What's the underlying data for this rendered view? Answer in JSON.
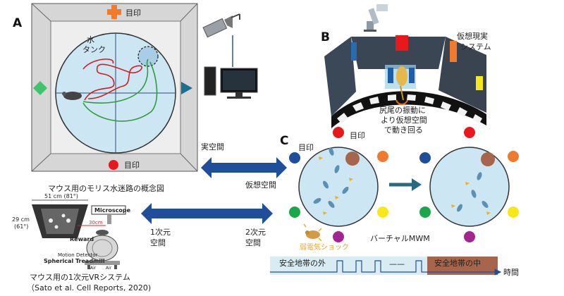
{
  "panels": {
    "a": "A",
    "b": "B",
    "c": "C"
  },
  "panel_a": {
    "landmark": "目印",
    "water_line1": "水",
    "water_line2": "タンク",
    "caption": "マウス用のモリス水迷路の概念図"
  },
  "panel_b": {
    "title_line1": "仮想現実",
    "title_line2": "システム",
    "desc_line1": "尻尾の振動に",
    "desc_line2": "より仮想空間",
    "desc_line3": "で動き回る"
  },
  "arrows": {
    "real_space": "実空間",
    "virtual_space": "仮想空間",
    "one_d_line1": "1次元",
    "one_d_line2": "空間",
    "two_d_line1": "2次元",
    "two_d_line2": "空間"
  },
  "panel_c": {
    "landmark_left": "目印",
    "landmark_top": "目印",
    "mwm_label": "バーチャルMWM",
    "shock": "弱電気ショック",
    "safe_outside": "安全地帯の外",
    "safe_inside": "安全地帯の中",
    "time": "時間",
    "dots": "——"
  },
  "treadmill": {
    "size_w": "51 cm (81°)",
    "size_h1": "29 cm",
    "size_h2": "(61°)",
    "distance": "30cm",
    "microscope": "Microscope",
    "reward": "Reward",
    "motion_detector": "Motion Detector",
    "spherical_treadmill": "Spherical Treadmill",
    "air1": "Air",
    "air2": "Air",
    "caption1": "マウス用の1次元VRシステム",
    "caption2": "（Sato et al. Cell Reports, 2020)"
  },
  "colors": {
    "tank_fill": "#cce6f4",
    "red": "#e8181c",
    "orange": "#f07a2e",
    "blue": "#1f4f9a",
    "green": "#1aa64a",
    "yellow": "#f7e81a",
    "purple": "#a3258f",
    "teal_arrow": "#2a6a80",
    "green_diamond": "#3ec46a",
    "brown": "#a7654c"
  }
}
